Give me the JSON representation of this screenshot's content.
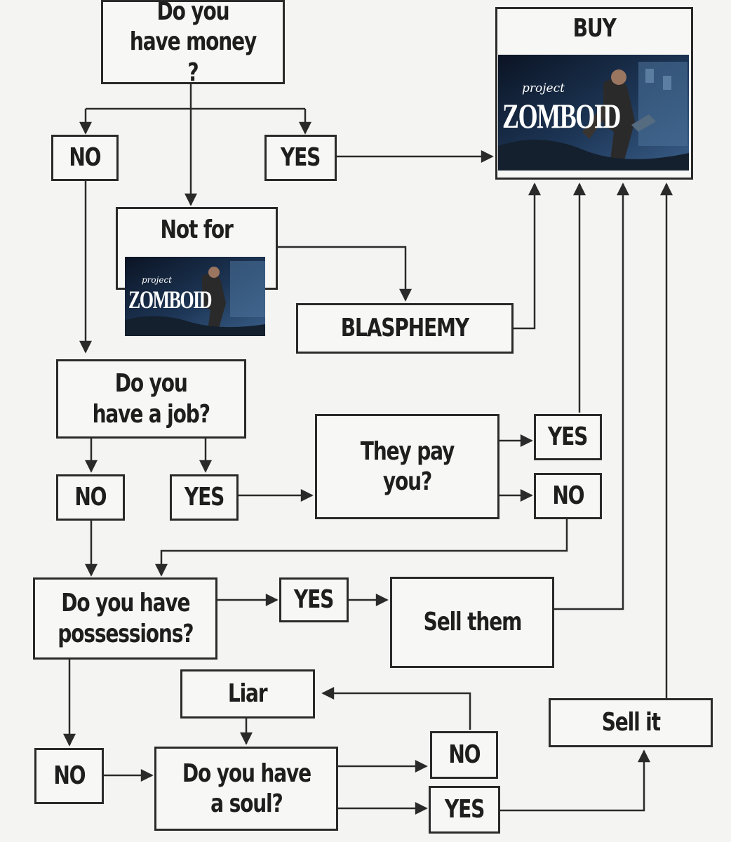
{
  "nodes": {
    "q_money": [
      "Do you",
      "have money ?"
    ],
    "buy": "BUY",
    "money_no": "NO",
    "money_yes": "YES",
    "not_for": "Not for",
    "blasphemy": "BLASPHEMY",
    "q_job": [
      "Do you",
      "have a job?"
    ],
    "job_no": "NO",
    "job_yes": "YES",
    "q_pay": "They pay you?",
    "pay_yes": "YES",
    "pay_no": "NO",
    "q_possessions": [
      "Do you have",
      "possessions?"
    ],
    "poss_yes": "YES",
    "sell_them": "Sell them",
    "liar": "Liar",
    "poss_no": "NO",
    "q_soul": [
      "Do you have",
      "a soul?"
    ],
    "soul_no": "NO",
    "soul_yes": "YES",
    "sell_it": "Sell it"
  },
  "game_logo": {
    "small": "project",
    "big": "ZOMBOID"
  },
  "colors": {
    "line": "#2a2a2a",
    "box_border": "#2a2a2a",
    "background": "#f4f4f2",
    "logo_dark": "#0b1424",
    "logo_mid": "#2a4a72",
    "logo_text": "#ffffff"
  }
}
